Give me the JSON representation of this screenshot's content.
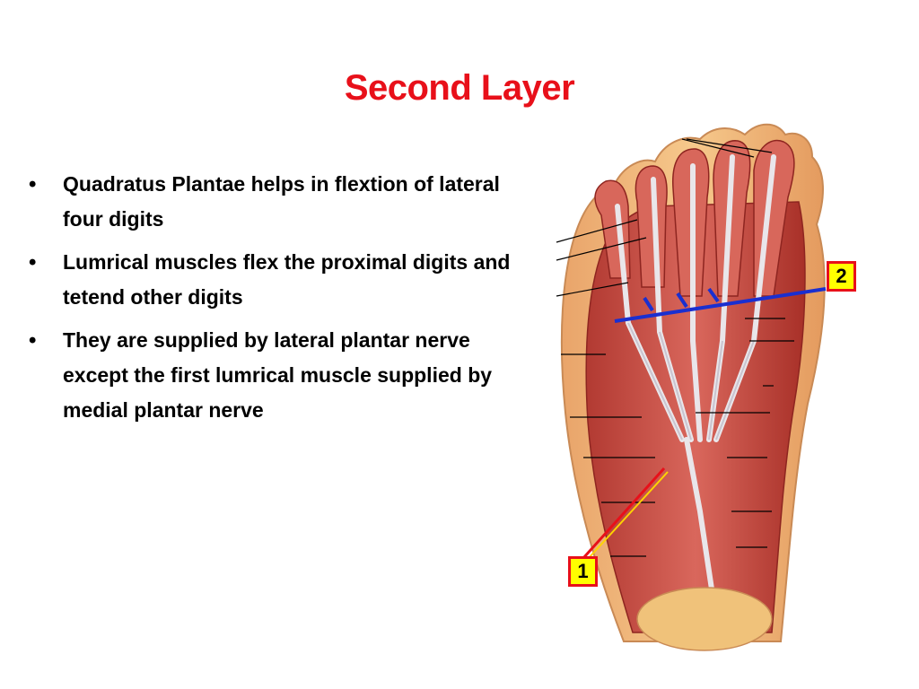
{
  "slide": {
    "title": "Second Layer",
    "bullets": [
      "Quadratus Plantae helps in flextion of lateral four digits",
      "Lumrical muscles flex the proximal digits and tetend other digits",
      "They are supplied by lateral plantar nerve except the first lumrical muscle supplied by medial plantar nerve"
    ]
  },
  "figure": {
    "callouts": [
      {
        "label": "1",
        "pointer_color": "#e8101a"
      },
      {
        "label": "2",
        "pointer_color": "#1a2fd0"
      }
    ]
  },
  "colors": {
    "title": "#e8101a",
    "callout_fill": "#ffff00",
    "callout_border": "#e8101a"
  }
}
